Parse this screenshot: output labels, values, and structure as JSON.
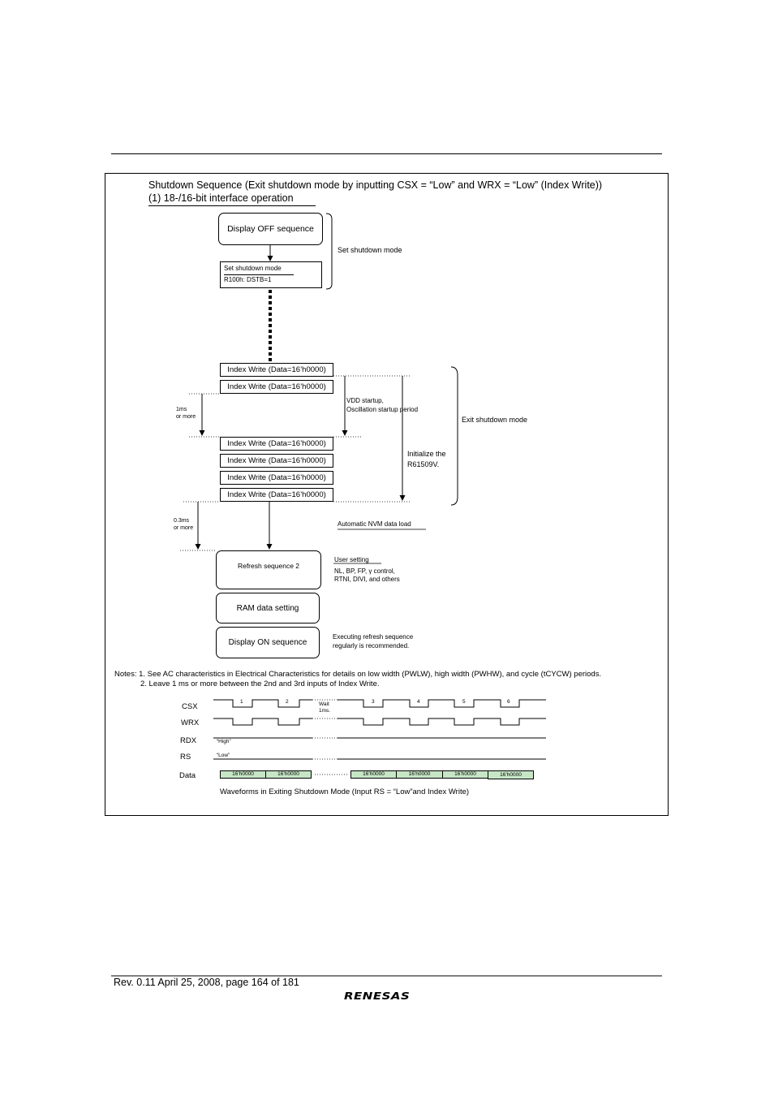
{
  "heading": {
    "title": "Shutdown Sequence (Exit shutdown mode by inputting CSX = “Low” and WRX = “Low” (Index Write))",
    "subtitle": "(1) 18-/16-bit interface operation"
  },
  "flow": {
    "display_off": "Display OFF sequence",
    "set_shutdown_box": {
      "line1": "Set shutdown mode",
      "line2": "R100h: DSTB=1"
    },
    "set_shutdown_label": "Set shutdown mode",
    "index_write": "Index Write (Data=16’h0000)",
    "vdd_label_1": "VDD startup,",
    "vdd_label_2": "Oscillation startup period",
    "init_label_1": "Initialize the",
    "init_label_2": "R61509V.",
    "exit_label": "Exit shutdown mode",
    "wait1_1": "1ms",
    "wait1_2": "or more",
    "wait2_1": "0.3ms",
    "wait2_2": "or more",
    "nvm_label": "Automatic NVM data load",
    "refresh": "Refresh sequence 2",
    "user_setting_title": "User setting",
    "user_setting_1": "NL, BP, FP, γ control,",
    "user_setting_2": "RTNI, DIVI, and others",
    "ram": "RAM data setting",
    "display_on": "Display ON sequence",
    "exec_1": "Executing refresh sequence",
    "exec_2": "regularly is recommended."
  },
  "notes": {
    "note1": "Notes: 1. See AC characteristics in Electrical Characteristics for details on low width (PWLW), high width (PWHW), and cycle (tCYCW) periods.",
    "note2": "2. Leave 1 ms or more between the 2nd and 3rd inputs of Index Write."
  },
  "waveform": {
    "signals": [
      "CSX",
      "WRX",
      "RDX",
      "RS",
      "Data"
    ],
    "pulse_numbers": [
      "1",
      "2",
      "3",
      "4",
      "5",
      "6"
    ],
    "wait_1": "Wait",
    "wait_2": "1ms.",
    "high": "“High”",
    "low": "“Low”",
    "data_value": "16’h0000",
    "caption": "Waveforms in Exiting Shutdown Mode (Input RS = “Low”and Index Write)",
    "data_fill_color": "#c6e6c6"
  },
  "footer": {
    "rev": "Rev. 0.11 April 25, 2008, page 164 of 181",
    "logo": "RENESAS"
  }
}
